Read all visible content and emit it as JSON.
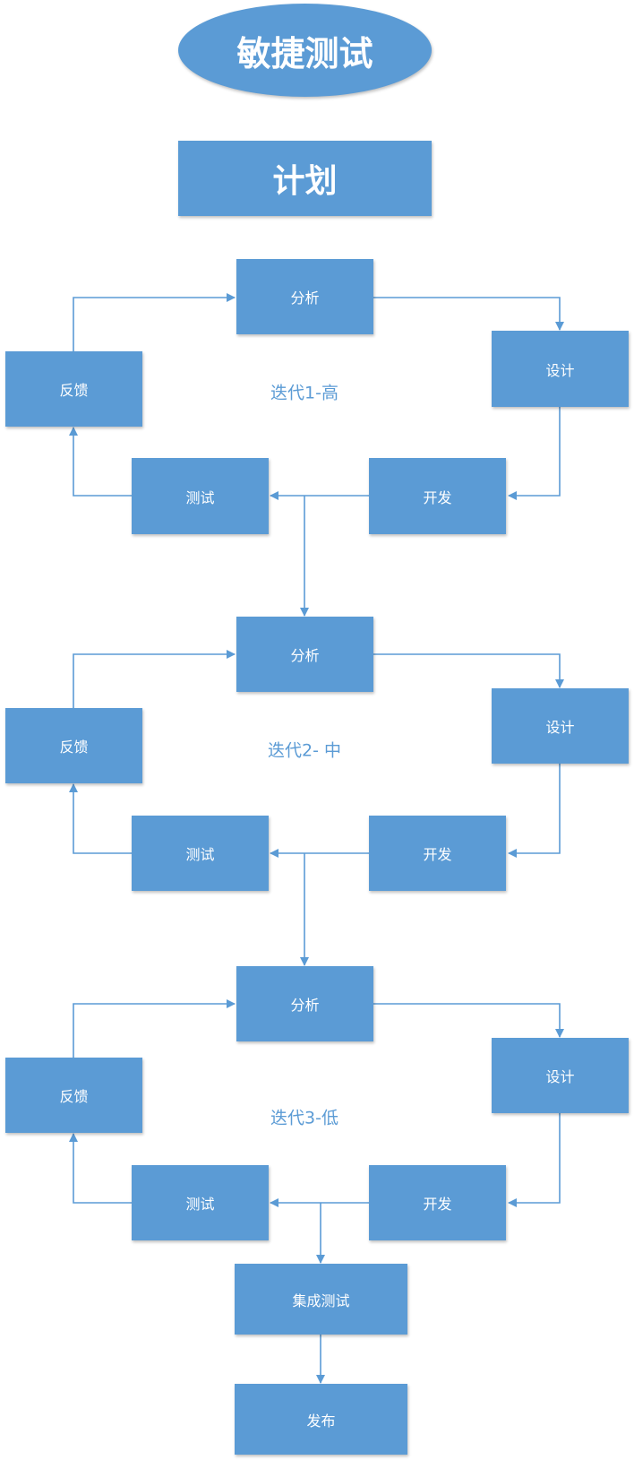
{
  "title": "敏捷测试",
  "plan": "计划",
  "iterations": [
    {
      "label": "迭代1-高",
      "analysis": "分析",
      "design": "设计",
      "develop": "开发",
      "test": "测试",
      "feedback": "反馈"
    },
    {
      "label": "迭代2- 中",
      "analysis": "分析",
      "design": "设计",
      "develop": "开发",
      "test": "测试",
      "feedback": "反馈"
    },
    {
      "label": "迭代3-低",
      "analysis": "分析",
      "design": "设计",
      "develop": "开发",
      "test": "测试",
      "feedback": "反馈"
    }
  ],
  "integration_test": "集成测试",
  "release": "发布",
  "colors": {
    "node_fill": "#5b9bd5",
    "connector": "#5b9bd5",
    "node_text": "#ffffff"
  }
}
